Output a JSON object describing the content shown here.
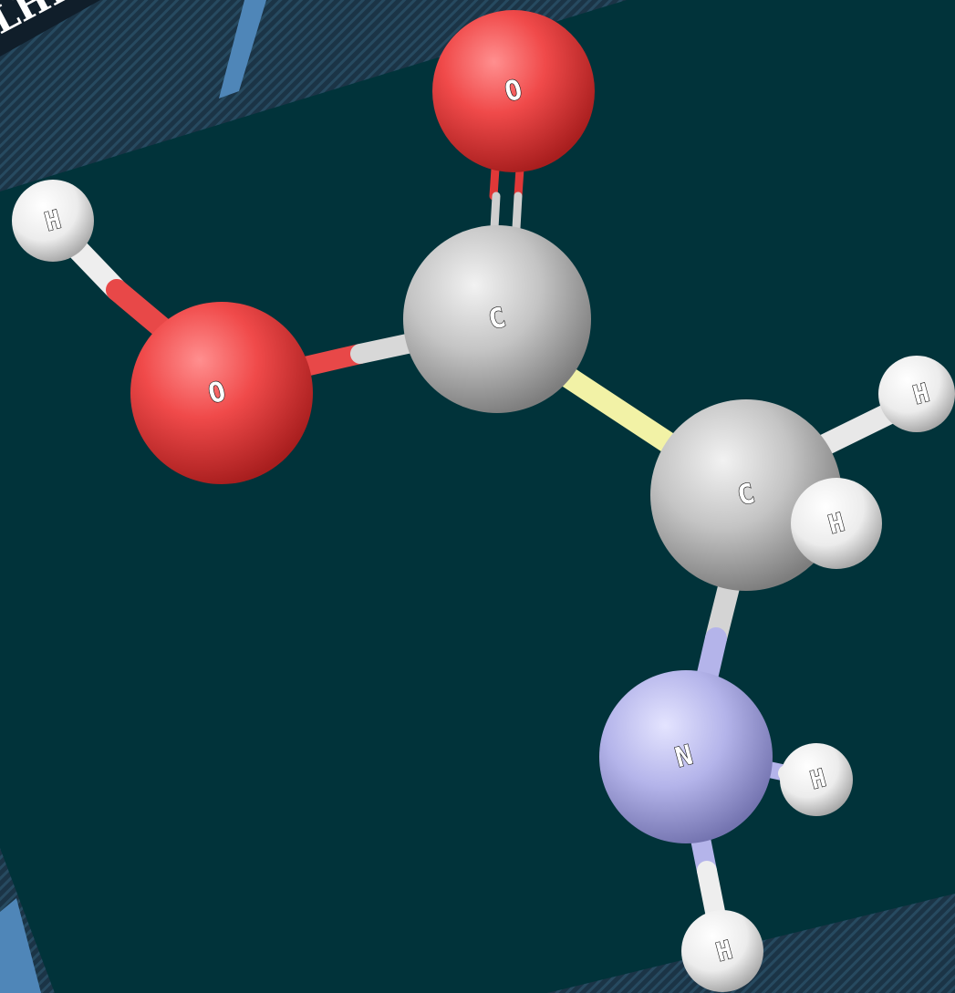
{
  "corner_fragment": "LHI",
  "colors": {
    "background": "#0f2433",
    "panel": "#01333a",
    "stripe": "#4f86b8",
    "oxygen": "#f04a4a",
    "carbon": "#c4c4c4",
    "nitrogen": "#b4b4ea",
    "hydrogen": "#f4f4f4",
    "bond_highlight": "#f2f2a6"
  },
  "atoms": [
    {
      "id": "o_top",
      "element": "oxygen",
      "label": "O"
    },
    {
      "id": "h_left",
      "element": "hydrogen",
      "label": "H"
    },
    {
      "id": "c_carbonyl",
      "element": "carbon",
      "label": "C"
    },
    {
      "id": "o_hydroxyl",
      "element": "oxygen",
      "label": "O"
    },
    {
      "id": "h_right_upper",
      "element": "hydrogen",
      "label": "H"
    },
    {
      "id": "c_alpha",
      "element": "carbon",
      "label": "C"
    },
    {
      "id": "h_alpha",
      "element": "hydrogen",
      "label": "H"
    },
    {
      "id": "n_amino",
      "element": "nitrogen",
      "label": "N"
    },
    {
      "id": "h_amino_right",
      "element": "hydrogen",
      "label": "H"
    },
    {
      "id": "h_amino_bottom",
      "element": "hydrogen",
      "label": "H"
    }
  ]
}
